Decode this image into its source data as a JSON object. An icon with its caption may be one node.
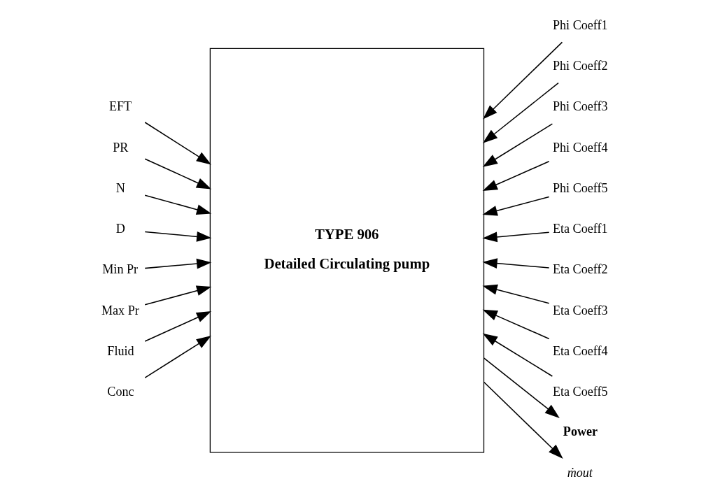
{
  "diagram": {
    "nodes": [
      {
        "text": [
          "TYPE 906",
          "Detailed Circulating pump"
        ]
      },
      {
        "text": [
          "EFT"
        ]
      },
      {
        "text": [
          "PR"
        ]
      },
      {
        "text": [
          "N"
        ]
      },
      {
        "text": [
          "D"
        ]
      },
      {
        "text": [
          "Min Pr"
        ]
      },
      {
        "text": [
          "Max Pr"
        ]
      },
      {
        "text": [
          "Fluid"
        ]
      },
      {
        "text": [
          "Conc"
        ]
      },
      {
        "text": [
          "Phi Coeff1"
        ]
      },
      {
        "text": [
          "Phi Coeff2"
        ]
      },
      {
        "text": [
          "Phi Coeff3"
        ]
      },
      {
        "text": [
          "Phi Coeff4"
        ]
      },
      {
        "text": [
          "Phi Coeff5"
        ]
      },
      {
        "text": [
          "Eta Coeff1"
        ]
      },
      {
        "text": [
          "Eta Coeff2"
        ]
      },
      {
        "text": [
          "Eta Coeff3"
        ]
      },
      {
        "text": [
          "Eta Coeff4"
        ]
      },
      {
        "text": [
          "Eta Coeff5"
        ]
      },
      {
        "text": [
          "Power"
        ]
      },
      {
        "text": [
          "ṁout"
        ]
      }
    ],
    "edges": [
      {
        "from": 1,
        "to": 0,
        "arrow": "to"
      },
      {
        "from": 2,
        "to": 0,
        "arrow": "to"
      },
      {
        "from": 3,
        "to": 0,
        "arrow": "to"
      },
      {
        "from": 4,
        "to": 0,
        "arrow": "to"
      },
      {
        "from": 5,
        "to": 0,
        "arrow": "to"
      },
      {
        "from": 6,
        "to": 0,
        "arrow": "to"
      },
      {
        "from": 7,
        "to": 0,
        "arrow": "to"
      },
      {
        "from": 8,
        "to": 0,
        "arrow": "to"
      },
      {
        "from": 9,
        "to": 0,
        "arrow": "to"
      },
      {
        "from": 10,
        "to": 0,
        "arrow": "to"
      },
      {
        "from": 11,
        "to": 0,
        "arrow": "to"
      },
      {
        "from": 12,
        "to": 0,
        "arrow": "to"
      },
      {
        "from": 13,
        "to": 0,
        "arrow": "to"
      },
      {
        "from": 14,
        "to": 0,
        "arrow": "to"
      },
      {
        "from": 15,
        "to": 0,
        "arrow": "to"
      },
      {
        "from": 16,
        "to": 0,
        "arrow": "to"
      },
      {
        "from": 17,
        "to": 0,
        "arrow": "to"
      },
      {
        "from": 18,
        "to": 0,
        "arrow": "to"
      },
      {
        "from": 0,
        "to": 19,
        "arrow": "to"
      },
      {
        "from": 0,
        "to": 20,
        "arrow": "to"
      }
    ]
  }
}
